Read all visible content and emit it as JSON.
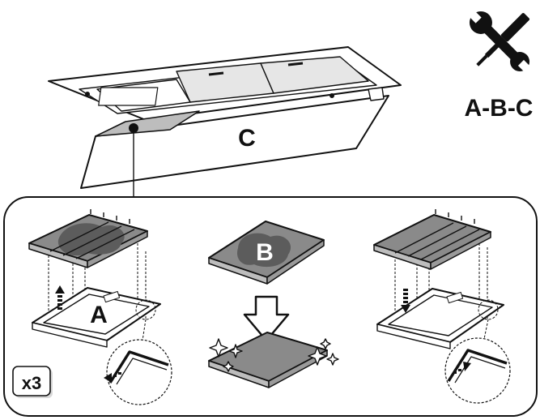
{
  "tools": {
    "icon": "wrench-screwdriver-icon",
    "caption": "A-B-C"
  },
  "hood": {
    "part_label": "C"
  },
  "steps": [
    {
      "label": "A",
      "action": "remove-filter"
    },
    {
      "label": "B",
      "action": "clean-filter"
    },
    {
      "label": "",
      "action": "reinstall-filter"
    }
  ],
  "repeat_badge": "x3",
  "colors": {
    "ink": "#111111",
    "panel": "#e8e8e8",
    "filter_gray": "#8a8a8a",
    "stain": "#5c5c5c",
    "background": "#ffffff"
  }
}
